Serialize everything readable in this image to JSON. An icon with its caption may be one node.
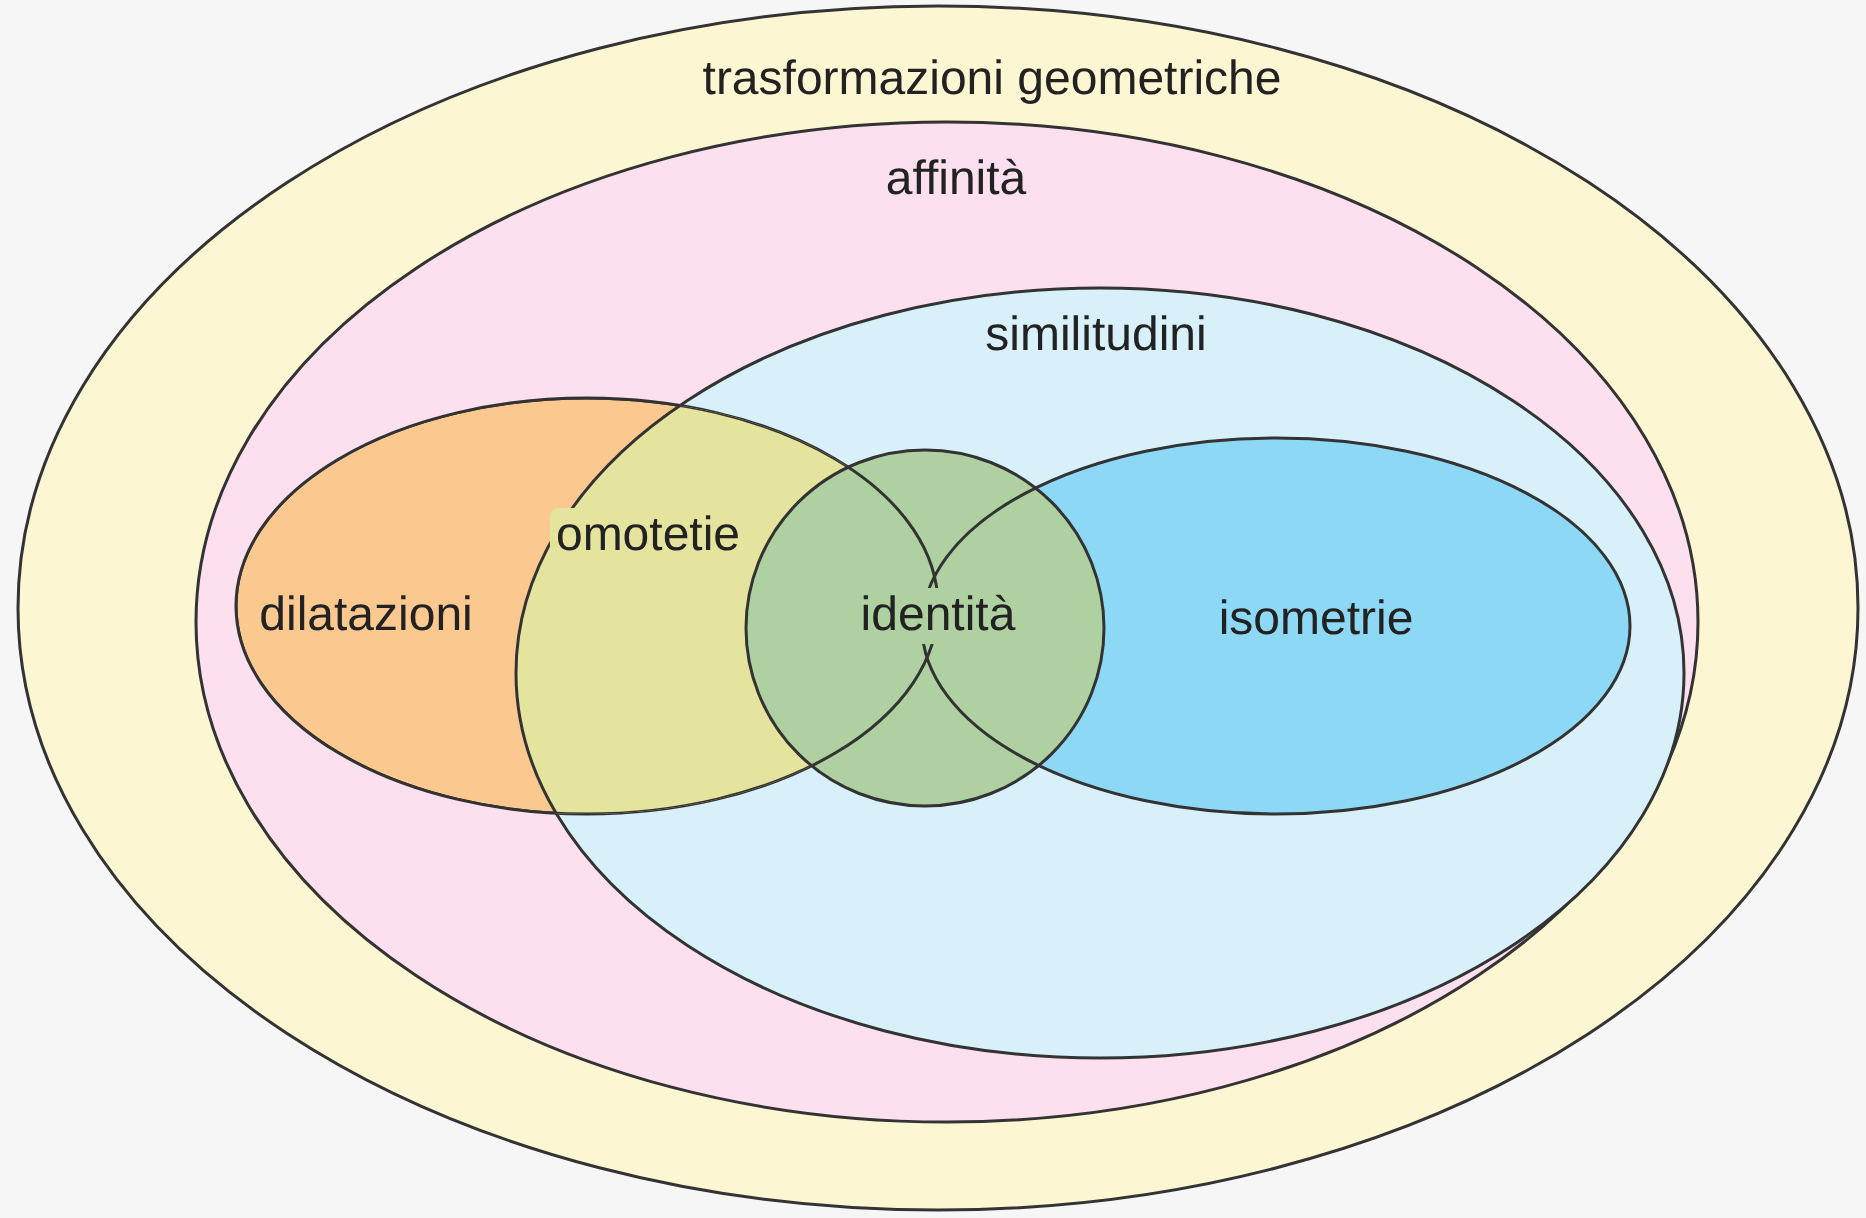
{
  "diagram": {
    "nodes": [
      {
        "text": [
          "trasformazioni geometriche"
        ]
      },
      {
        "text": [
          "affinità"
        ],
        "in": 0
      },
      {
        "text": [
          "similitudini"
        ],
        "in": 1
      },
      {
        "text": [
          "dilatazioni"
        ],
        "in": 1
      },
      {
        "text": [
          "identità"
        ],
        "in": 2
      },
      {
        "text": [
          "isometrie"
        ],
        "in": 2
      }
    ],
    "labels": [
      "omotetie"
    ]
  }
}
